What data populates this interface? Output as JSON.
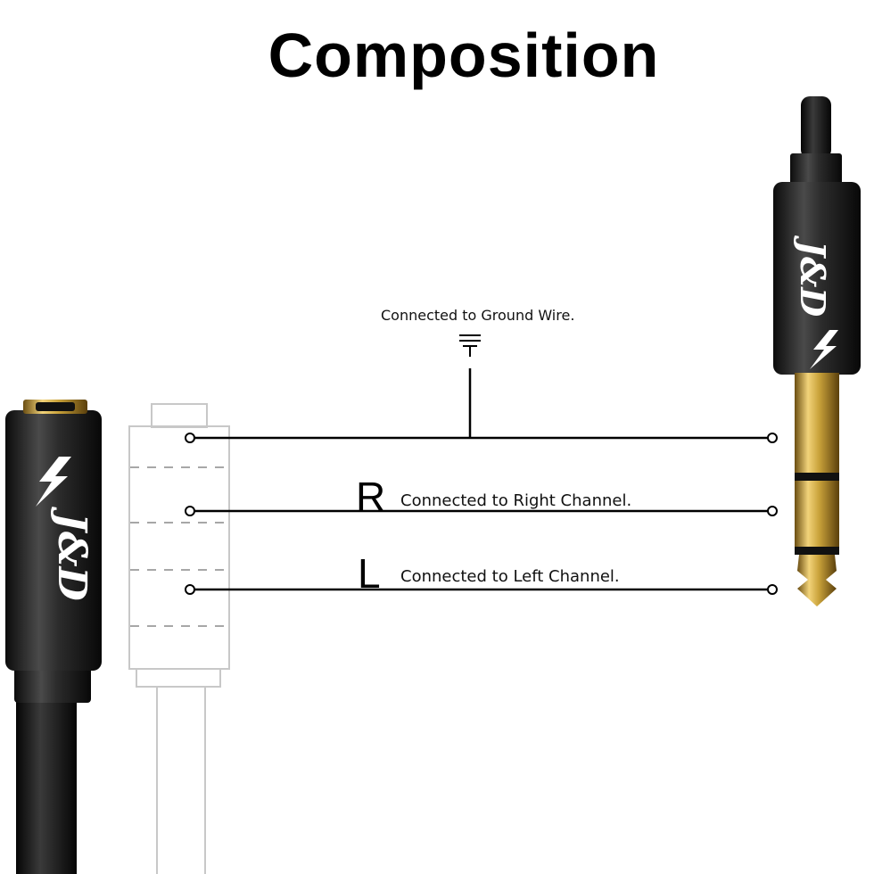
{
  "title": "Composition",
  "ground": {
    "label": "Connected to Ground Wire."
  },
  "right": {
    "letter": "R",
    "label": "Connected to Right Channel."
  },
  "left": {
    "letter": "L",
    "label": "Connected to Left Channel."
  },
  "colors": {
    "gold": "#c9a23a",
    "plug_body": "#2a2a2a",
    "outline": "#c8c8c8",
    "wire": "#000000"
  },
  "icons": [
    "ground-symbol-icon",
    "lightning-bolt-icon",
    "brand-logo"
  ]
}
